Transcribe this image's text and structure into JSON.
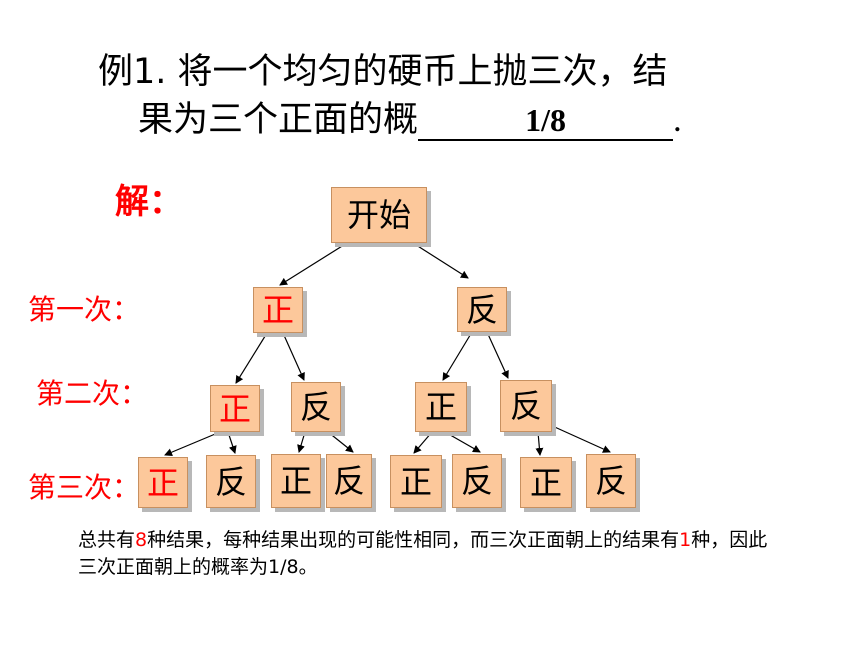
{
  "problem": {
    "line1": "例1. 将一个均匀的硬币上抛三次，结",
    "line2": "果为三个正面的概",
    "answer": "1/8",
    "period": "."
  },
  "solution_label": "解：",
  "row_labels": {
    "first": "第一次：",
    "second": "第二次：",
    "third": "第三次："
  },
  "tree": {
    "root": "开始",
    "level1": [
      "正",
      "反"
    ],
    "level2": [
      "正",
      "反",
      "正",
      "反"
    ],
    "level3": [
      "正",
      "反",
      "正",
      "反",
      "正",
      "反",
      "正",
      "反"
    ]
  },
  "summary": {
    "part1": "总共有",
    "count_total": "8",
    "part2": "种结果，每种结果出现的可能性相同，而三次正面朝上的结果有",
    "count_favorable": "1",
    "part3": "种，因此三次正面朝上的概率为1/8。"
  },
  "colors": {
    "node_fill": "#fcc89b",
    "highlight": "#ff0000",
    "shadow": "#b8b8b8"
  }
}
